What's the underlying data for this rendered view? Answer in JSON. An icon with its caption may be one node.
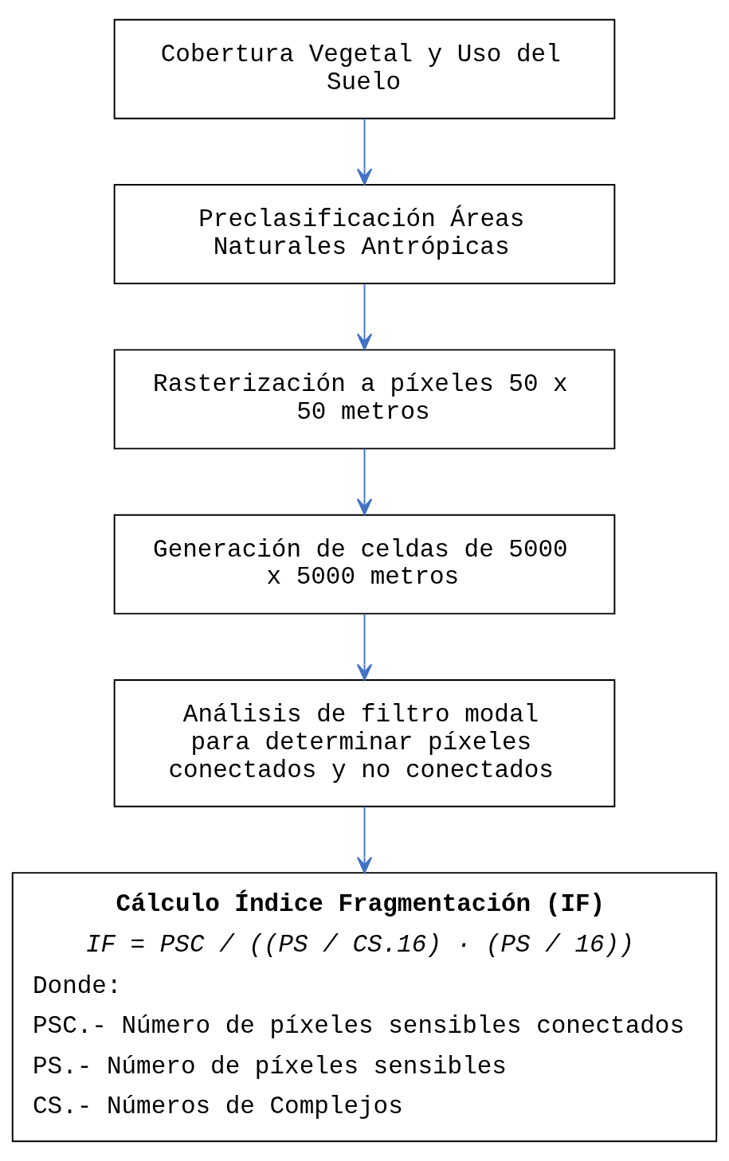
{
  "diagram": {
    "nodes": [
      {
        "text": [
          "Cobertura Vegetal y Uso del Suelo"
        ]
      },
      {
        "text": [
          "Preclasificación Áreas Naturales Antrópicas"
        ]
      },
      {
        "text": [
          "Rasterización a píxeles 50 x 50 metros"
        ]
      },
      {
        "text": [
          "Generación de celdas de 5000 x 5000 metros"
        ]
      },
      {
        "text": [
          "Análisis de filtro modal para determinar píxeles conectados y no conectados"
        ]
      },
      {
        "text": [
          "Cálculo Índice Fragmentación (IF)",
          "IF = PSC / ((PS / CS.16) · (PS / 16))",
          "Donde:",
          "PSC.- Número de píxeles sensibles conectados",
          "PS.- Número de píxeles sensibles",
          "CS.- Números de Complejos"
        ]
      }
    ],
    "edges": [
      {
        "from": 0,
        "to": 1,
        "arrow": "to"
      },
      {
        "from": 1,
        "to": 2,
        "arrow": "to"
      },
      {
        "from": 2,
        "to": 3,
        "arrow": "to"
      },
      {
        "from": 3,
        "to": 4,
        "arrow": "to"
      },
      {
        "from": 4,
        "to": 5,
        "arrow": "to"
      }
    ]
  }
}
